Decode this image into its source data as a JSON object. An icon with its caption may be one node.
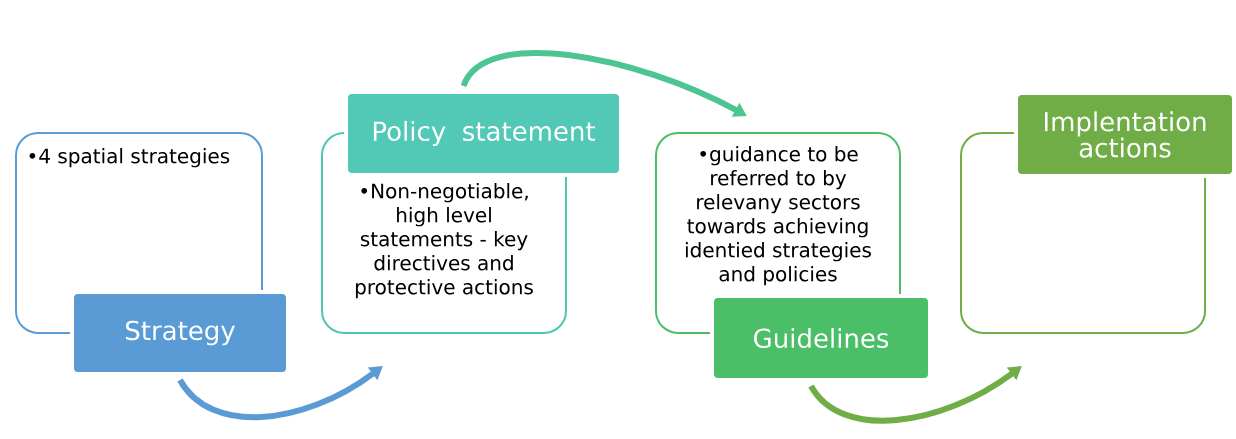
{
  "diagram": {
    "nodes": [
      {
        "text": [
          "•4 spatial strategies"
        ]
      },
      {
        "text": [
          "Strategy"
        ]
      },
      {
        "text": [
          "•Non-negotiable, high level statements - key directives and protective actions"
        ]
      },
      {
        "text": [
          "Policy statement"
        ]
      },
      {
        "text": [
          "•guidance to be referred to by relevany sectors towards achieving identied strategies and policies"
        ]
      },
      {
        "text": [
          "Guidelines"
        ]
      },
      {
        "text": [],
        "shape": "box"
      },
      {
        "text": [
          "Implentation actions"
        ]
      }
    ],
    "edges": [
      {
        "from": 1,
        "to": 2,
        "arrow": "to",
        "color": "#5b9bd5"
      },
      {
        "from": 3,
        "to": 4,
        "arrow": "to",
        "color": "#4dc591"
      },
      {
        "from": 5,
        "to": 6,
        "arrow": "to",
        "color": "#70ad47"
      }
    ]
  }
}
